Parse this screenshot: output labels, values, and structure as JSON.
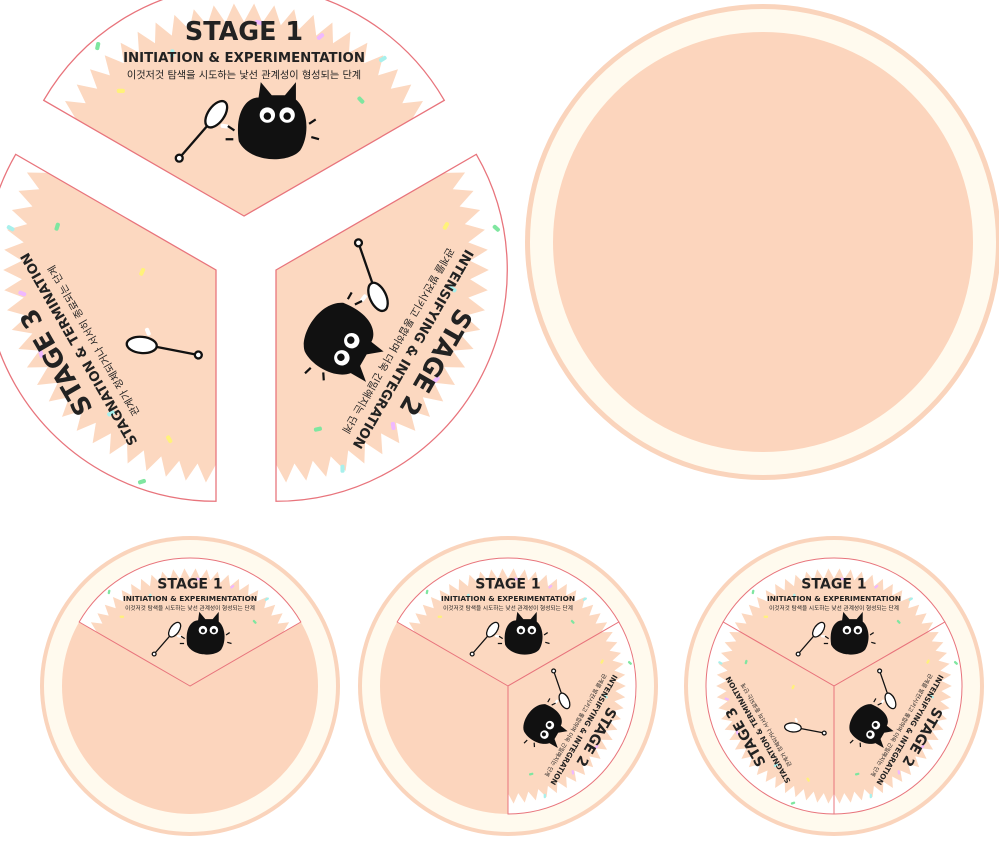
{
  "stages": [
    {
      "title": "STAGE 1",
      "subtitle": "INITIATION & EXPERIMENTATION",
      "korean": "이것저것 탐색을 시도하는 낯선 관계성이 형성되는 단계"
    },
    {
      "title": "STAGE 2",
      "subtitle": "INTENSIFYING & INTEGRATION",
      "korean": "관계를 발전시키고 통합하며 더욱 긴밀해지는 단계"
    },
    {
      "title": "STAGE 3",
      "subtitle": "STAGNATION & TERMINATION",
      "korean": "관계가 정체되거나 서서히 종료되는 단계"
    }
  ],
  "colors": {
    "peach": "#fcd8c0",
    "cream": "#fffaee",
    "ring": "#fad6c0",
    "outline": "#e8747c",
    "ink": "#111111",
    "confetti": [
      "#fff27a",
      "#7fe6a0",
      "#a8f0ec",
      "#f0b8ff",
      "#ffffff"
    ]
  },
  "icons": [
    "cat-toy-icon",
    "black-cat-icon"
  ]
}
